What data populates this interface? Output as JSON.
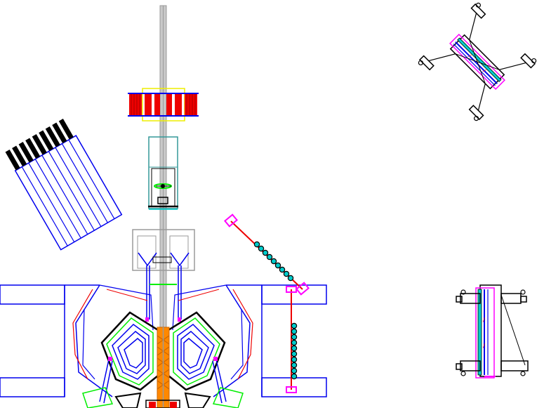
{
  "diagram": {
    "background": "#ffffff",
    "colors": {
      "outline": "#000000",
      "blue": "#0000ee",
      "red": "#ee0000",
      "magenta": "#ff00ff",
      "cyan": "#00cccc",
      "green": "#00ee00",
      "yellow": "#eeee00",
      "orange": "#ff8800",
      "gray": "#9a9a9a",
      "teal": "#339999",
      "light-gray": "#c8c8c8"
    },
    "components": [
      {
        "id": "beam-pipe",
        "kind": "pipe"
      },
      {
        "id": "quadrupole-magnet",
        "kind": "magnet"
      },
      {
        "id": "target-chamber",
        "kind": "chamber"
      },
      {
        "id": "collimator-block",
        "kind": "collimator"
      },
      {
        "id": "tilted-detector-array",
        "kind": "detector"
      },
      {
        "id": "central-spectrometer",
        "kind": "spectrometer"
      },
      {
        "id": "diagonal-counter-arm",
        "kind": "counter"
      },
      {
        "id": "vertical-counter-arm",
        "kind": "counter"
      },
      {
        "id": "rotated-detector-module",
        "kind": "detector"
      },
      {
        "id": "upright-detector-module",
        "kind": "detector"
      }
    ]
  }
}
